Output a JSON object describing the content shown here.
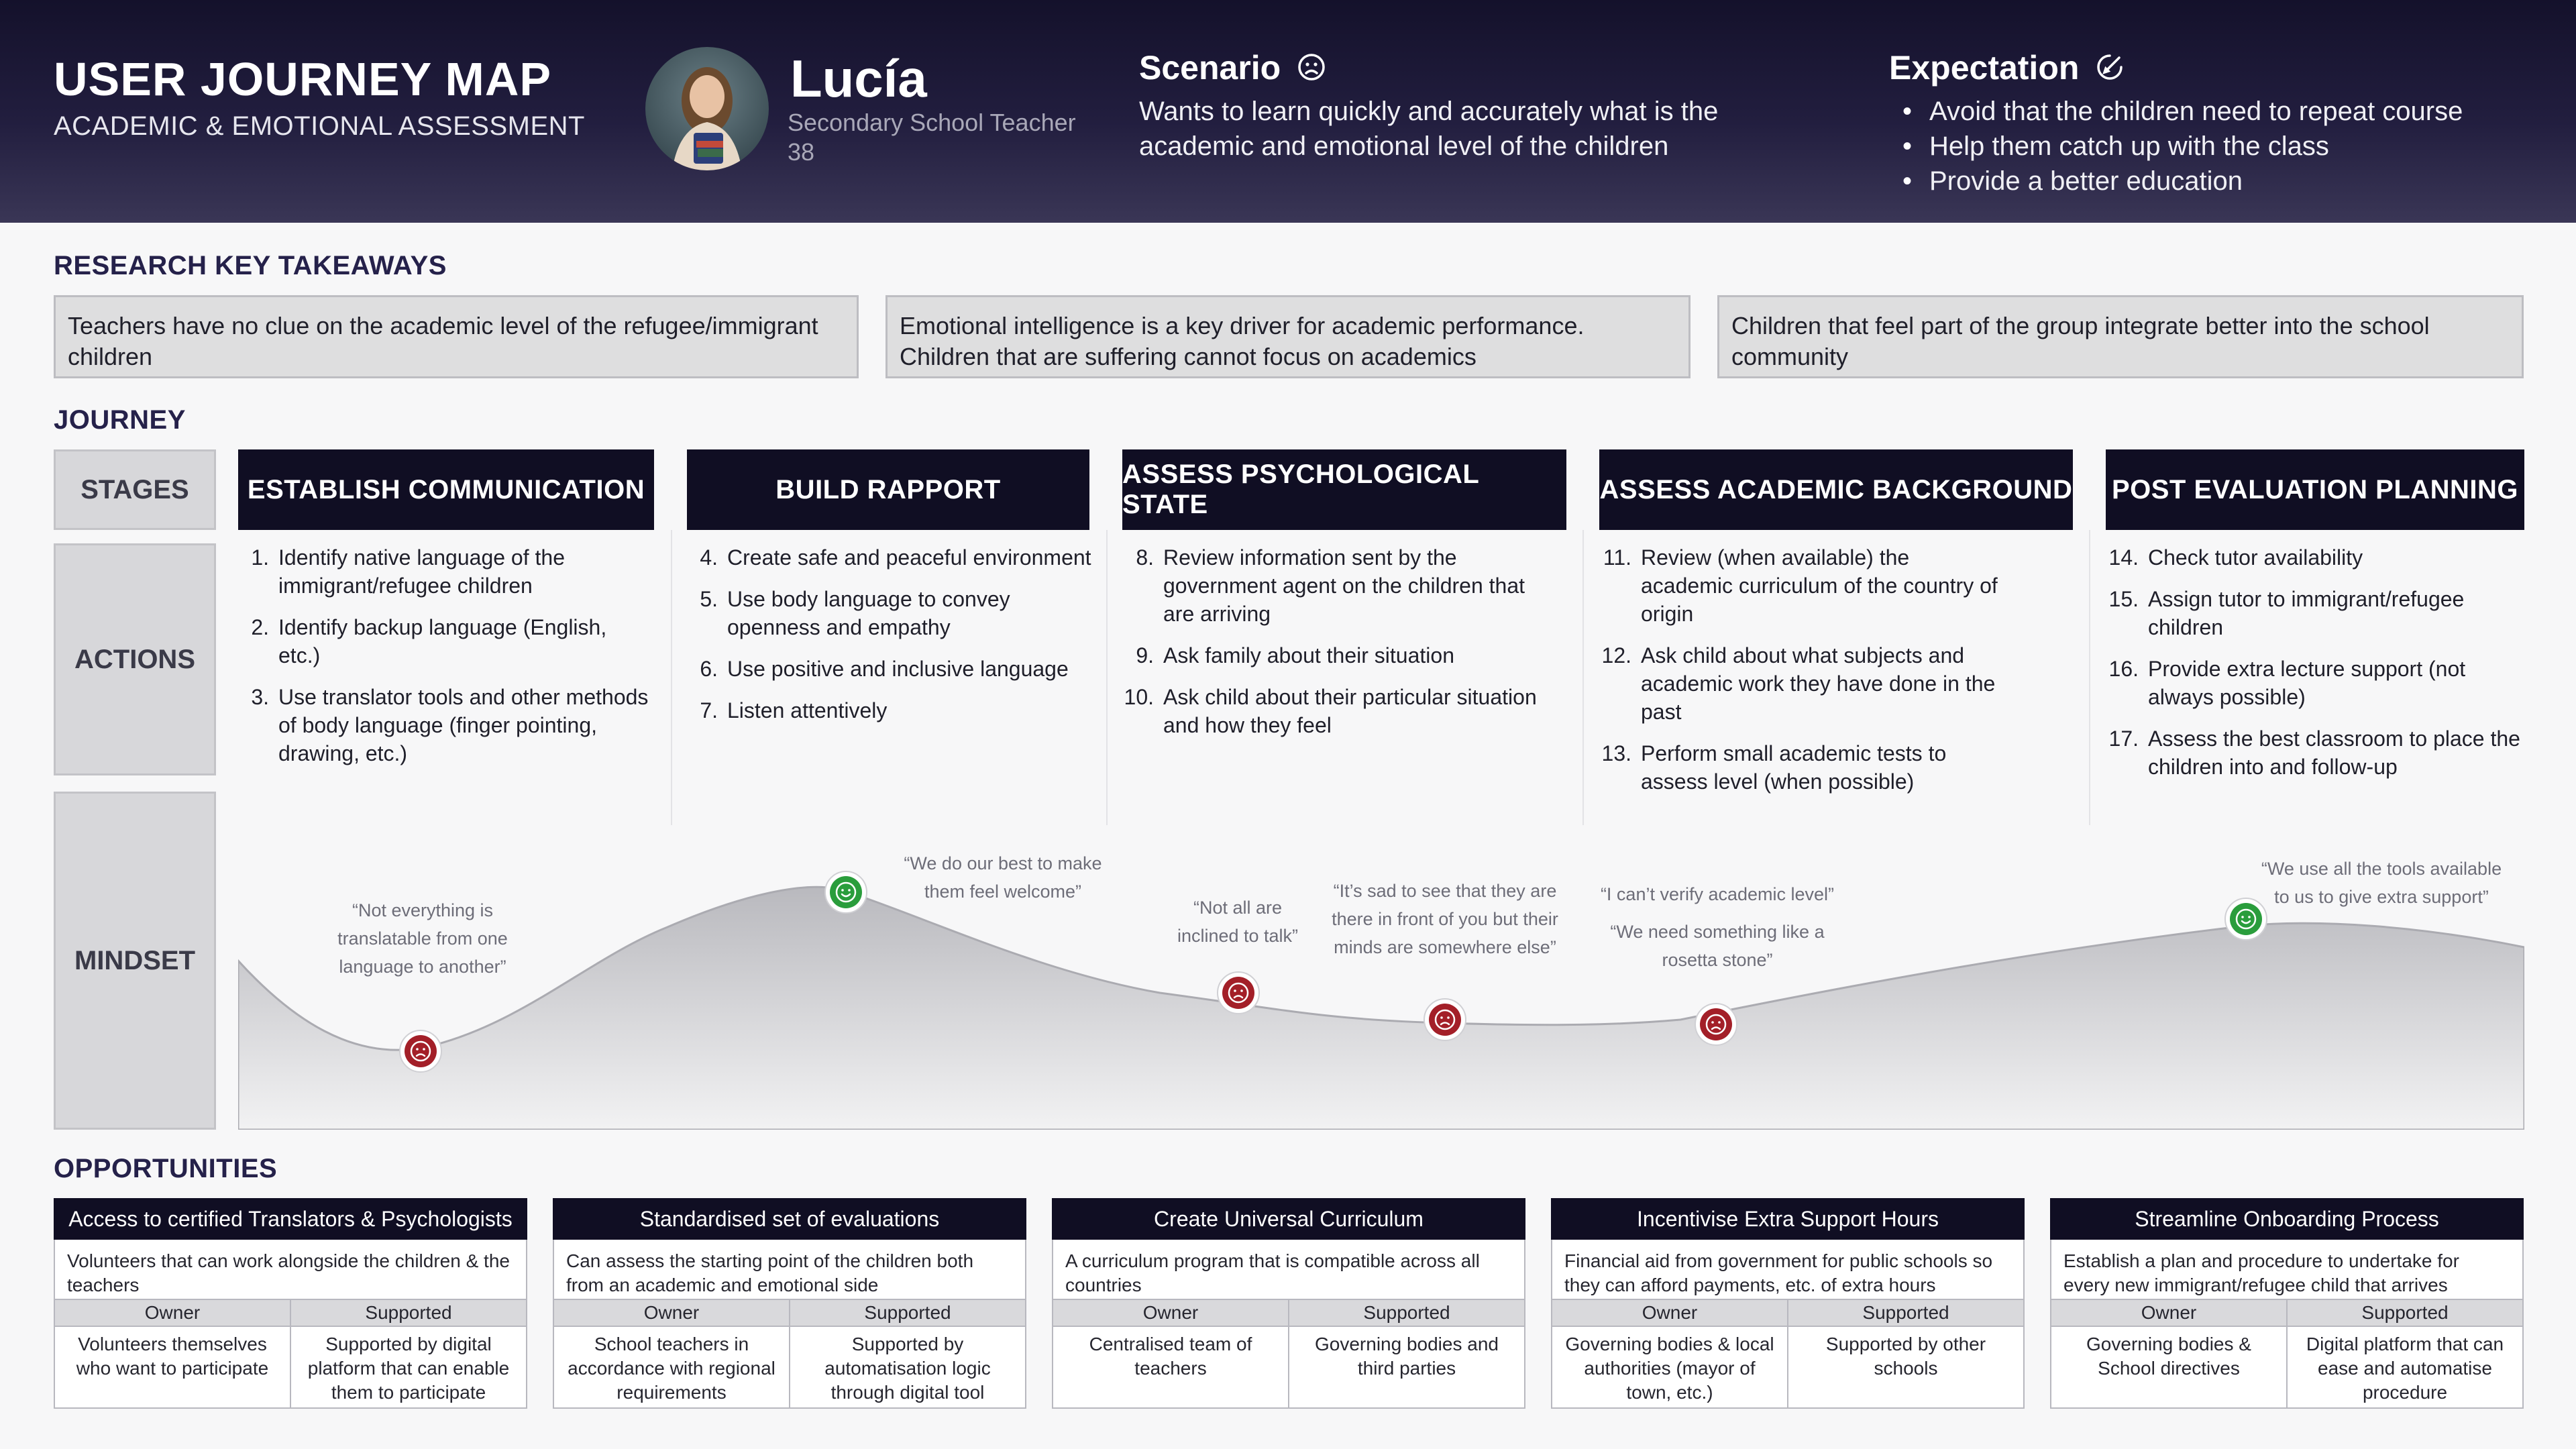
{
  "header": {
    "title": "USER JOURNEY MAP",
    "subtitle": "ACADEMIC & EMOTIONAL ASSESSMENT",
    "persona": {
      "name": "Lucía",
      "role": "Secondary School Teacher",
      "age": "38"
    },
    "scenario": {
      "title": "Scenario",
      "icon": "sad-face-icon",
      "text": "Wants to learn quickly and accurately what is the academic and emotional level of the children"
    },
    "expectation": {
      "title": "Expectation",
      "icon": "edit-check-icon",
      "items": [
        "Avoid that the children need to repeat course",
        "Help them catch up with the class",
        "Provide a better education"
      ]
    }
  },
  "takeaways": {
    "label": "RESEARCH KEY TAKEAWAYS",
    "items": [
      "Teachers have no clue on the academic level of the refugee/immigrant children",
      "Emotional intelligence is a key driver for academic performance. Children that are suffering cannot focus on academics",
      "Children that feel part of the group integrate better into the school community"
    ]
  },
  "journey": {
    "label": "JOURNEY",
    "row_labels": {
      "stages": "STAGES",
      "actions": "ACTIONS",
      "mindset": "MINDSET"
    },
    "stages": [
      {
        "title": "ESTABLISH COMMUNICATION",
        "actions": [
          {
            "num": "1.",
            "text": "Identify native language of the immigrant/refugee children"
          },
          {
            "num": "2.",
            "text": "Identify backup language (English, etc.)"
          },
          {
            "num": "3.",
            "text": "Use translator tools and other methods of body language (finger pointing, drawing, etc.)"
          }
        ]
      },
      {
        "title": "BUILD RAPPORT",
        "actions": [
          {
            "num": "4.",
            "text": "Create safe and peaceful environment"
          },
          {
            "num": "5.",
            "text": "Use body language to convey openness and empathy"
          },
          {
            "num": "6.",
            "text": "Use positive and inclusive language"
          },
          {
            "num": "7.",
            "text": "Listen attentively"
          }
        ]
      },
      {
        "title": "ASSESS PSYCHOLOGICAL STATE",
        "actions": [
          {
            "num": "8.",
            "text": "Review information sent by the government agent on the children that are arriving"
          },
          {
            "num": "9.",
            "text": "Ask family about their situation"
          },
          {
            "num": "10.",
            "text": "Ask child about their particular situation and how they feel"
          }
        ]
      },
      {
        "title": "ASSESS ACADEMIC BACKGROUND",
        "actions": [
          {
            "num": "11.",
            "text": "Review (when available) the academic curriculum of the country of origin"
          },
          {
            "num": "12.",
            "text": "Ask child about what subjects and academic work they have done in the past"
          },
          {
            "num": "13.",
            "text": "Perform small academic tests to assess level (when possible)"
          }
        ]
      },
      {
        "title": "POST EVALUATION PLANNING",
        "actions": [
          {
            "num": "14.",
            "text": "Check tutor availability"
          },
          {
            "num": "15.",
            "text": "Assign tutor to immigrant/refugee children"
          },
          {
            "num": "16.",
            "text": "Provide extra lecture support (not always possible)"
          },
          {
            "num": "17.",
            "text": "Assess the best classroom to place the children into and follow-up"
          }
        ]
      }
    ],
    "mindset": [
      {
        "sentiment": "negative",
        "quote": "“Not everything is translatable from one language to another”"
      },
      {
        "sentiment": "positive",
        "quote": "“We do our best to make them feel welcome”"
      },
      {
        "sentiment": "negative",
        "quote": "“Not all are inclined to talk”"
      },
      {
        "sentiment": "negative",
        "quote": "“It’s sad to see that they are there in front of you but their minds are somewhere else”"
      },
      {
        "sentiment": "negative",
        "quote": "“I can’t verify academic level”",
        "quote2": "“We need something like a rosetta stone”"
      },
      {
        "sentiment": "positive",
        "quote": "“We use all the tools available to us to give extra support”"
      }
    ]
  },
  "opportunities": {
    "label": "OPPORTUNITIES",
    "owner_label": "Owner",
    "supported_label": "Supported",
    "items": [
      {
        "title": "Access to certified Translators & Psychologists",
        "desc": "Volunteers that can work alongside the children & the teachers",
        "owner": "Volunteers themselves who want to participate",
        "supported": "Supported by digital platform that can enable them to participate"
      },
      {
        "title": "Standardised set of evaluations",
        "desc": "Can assess the starting point of the children both from an academic and emotional side",
        "owner": "School teachers in accordance with regional requirements",
        "supported": "Supported by automatisation logic through digital tool"
      },
      {
        "title": "Create Universal Curriculum",
        "desc": "A curriculum program that is compatible across all countries",
        "owner": "Centralised team of teachers",
        "supported": "Governing bodies and third parties"
      },
      {
        "title": "Incentivise Extra Support Hours",
        "desc": "Financial aid from government for public schools so they can afford payments, etc. of extra hours",
        "owner": "Governing bodies & local authorities (mayor of town, etc.)",
        "supported": "Supported by other schools"
      },
      {
        "title": "Streamline Onboarding Process",
        "desc": "Establish a plan and procedure to undertake for every new immigrant/refugee child that arrives",
        "owner": "Governing bodies & School directives",
        "supported": "Digital platform that can ease and automatise procedure"
      }
    ]
  },
  "colors": {
    "header_dark": "#14112b",
    "positive": "#2a9d3c",
    "negative": "#a31f28",
    "curve_fill": "#c9c9cd"
  }
}
